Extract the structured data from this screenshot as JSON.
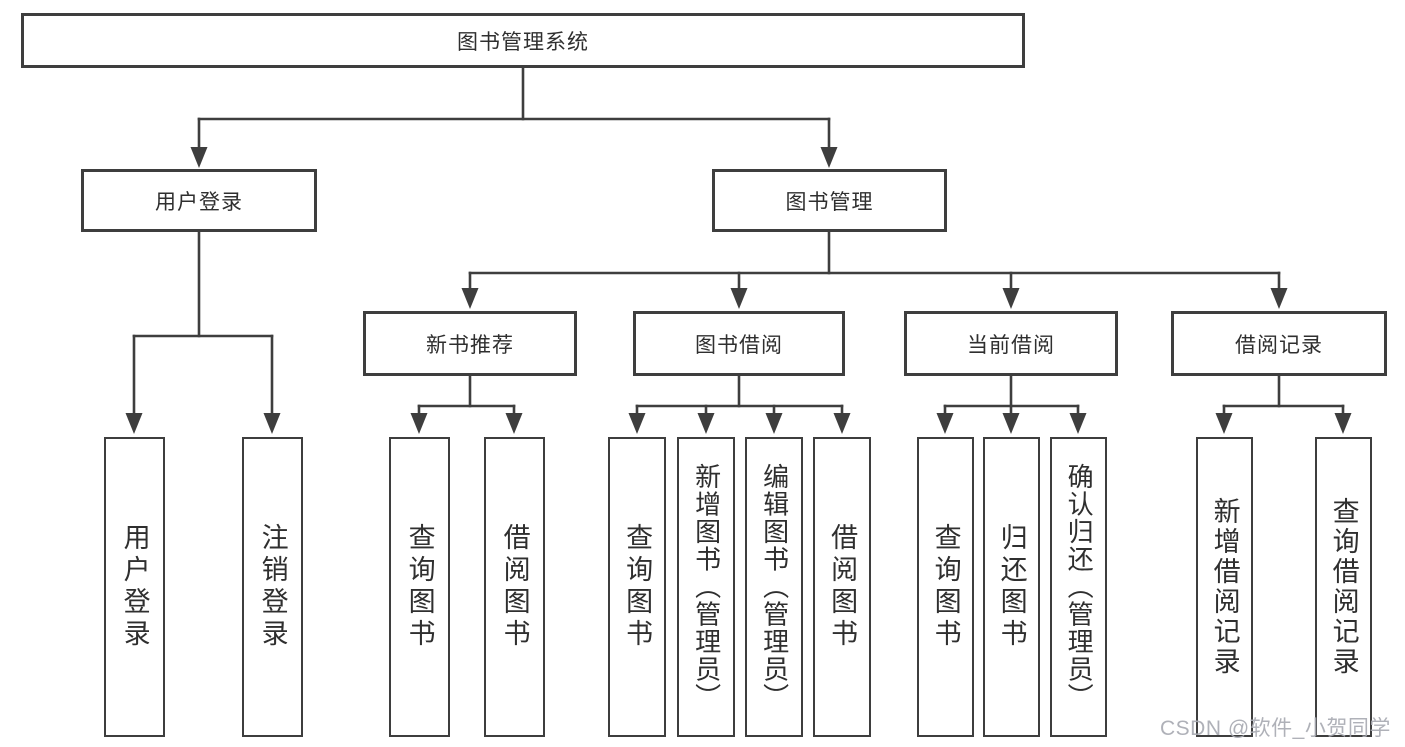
{
  "diagram": {
    "root": "图书管理系统",
    "branches": [
      {
        "label": "用户登录",
        "children": [
          "用户登录",
          "注销登录"
        ]
      },
      {
        "label": "图书管理",
        "groups": [
          {
            "label": "新书推荐",
            "children": [
              "查询图书",
              "借阅图书"
            ]
          },
          {
            "label": "图书借阅",
            "children": [
              "查询图书",
              "新增图书（管理员）",
              "编辑图书（管理员）",
              "借阅图书"
            ]
          },
          {
            "label": "当前借阅",
            "children": [
              "查询图书",
              "归还图书",
              "确认归还（管理员）"
            ]
          },
          {
            "label": "借阅记录",
            "children": [
              "新增借阅记录",
              "查询借阅记录"
            ]
          }
        ]
      }
    ]
  },
  "watermark": "CSDN @软件_小贺同学",
  "colors": {
    "line": "#3e3e3e",
    "box_border": "#3e3e3e",
    "text": "#2f2f2f",
    "watermark": "#a9abb3",
    "background": "#ffffff"
  }
}
